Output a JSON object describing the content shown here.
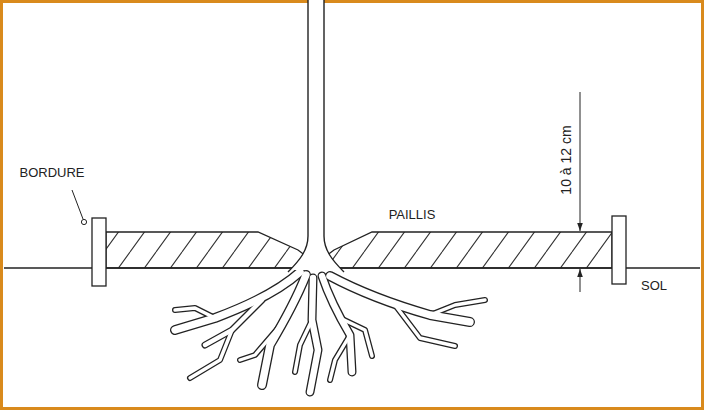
{
  "diagram": {
    "labels": [
      "BORDURE",
      "PAILLIS",
      "10 à 12 cm",
      "SOL"
    ]
  }
}
